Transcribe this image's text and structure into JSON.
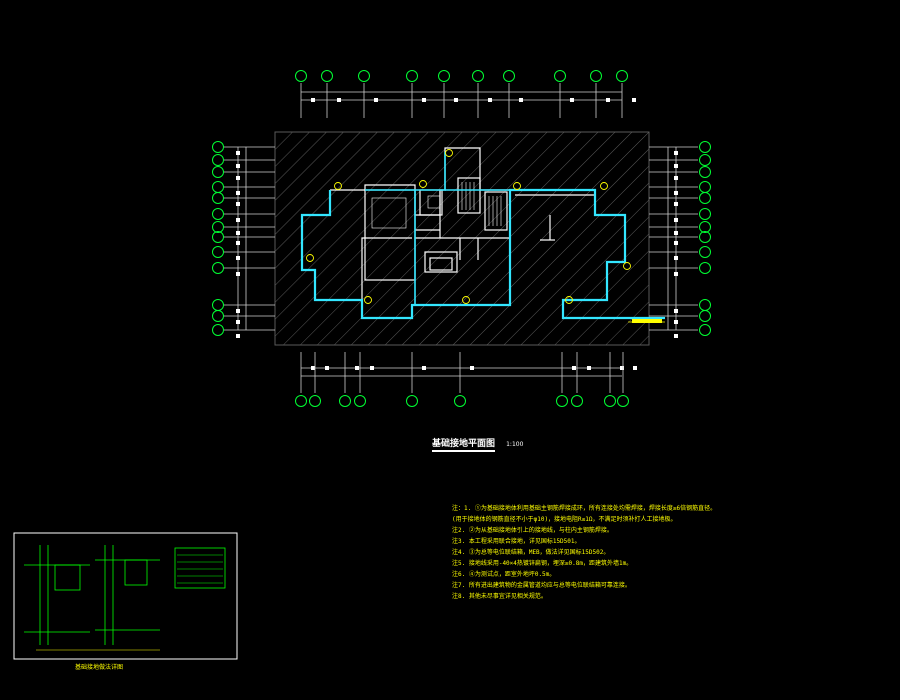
{
  "colors": {
    "background": "#000000",
    "grid_line": "#cfcfcf",
    "axis_bubble": "#00ff33",
    "ground_wire": "#33e6ff",
    "walls": "#ffffff",
    "hatch": "#6a6a6a",
    "text_yellow": "#ffff00",
    "detail_frame": "#00ff00"
  },
  "drawing": {
    "title": "基础接地平面图",
    "scale": "1:100"
  },
  "notes": [
    "注：1. ①为基础接地体利用基础主钢筋焊接成环，所有连接处均需焊接，焊接长度≥6倍钢筋直径。",
    "(用于接地体的钢筋直径不小于φ10)，接地电阻R≤1Ω，不满足时须补打人工接地极。",
    "注2. ②为从基础接地体引上的接地线，与柱内主钢筋焊接。",
    "注3. 本工程采用联合接地，详见国标15D501。",
    "注4. ③为总等电位联结箱，MEB，做法详见国标15D502。",
    "注5. 接地线采用-40×4热镀锌扁钢，埋深≥0.8m，距建筑外墙1m。",
    "注6. ④为测试点，距室外地坪0.5m。",
    "注7. 所有进出建筑物的金属管道均应与总等电位联结箱可靠连接。",
    "注8. 其他未尽事宜详见相关规范。"
  ],
  "detail_caption": "基础接地做法详图"
}
